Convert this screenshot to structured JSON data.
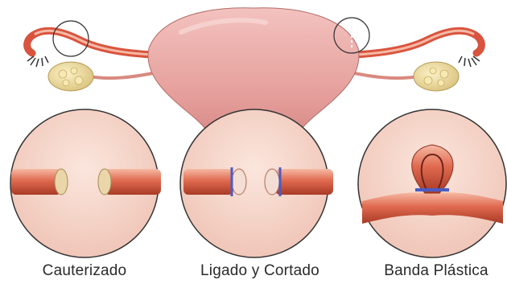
{
  "illustration": {
    "subject": "uterus-with-fallopian-tubes-and-ovaries",
    "colors": {
      "uterus": "#e9a7a4",
      "tube": "#d9543e",
      "tube_highlight": "#f6b9a4",
      "magnifier_bg": "#f7d9ce",
      "ovary": "#efe0a9",
      "clip": "#4b5cc4",
      "outline": "#3a3a3a"
    }
  },
  "methods": [
    {
      "label": "Cauterizado"
    },
    {
      "label": "Ligado y Cortado"
    },
    {
      "label": "Banda Plástica"
    }
  ]
}
